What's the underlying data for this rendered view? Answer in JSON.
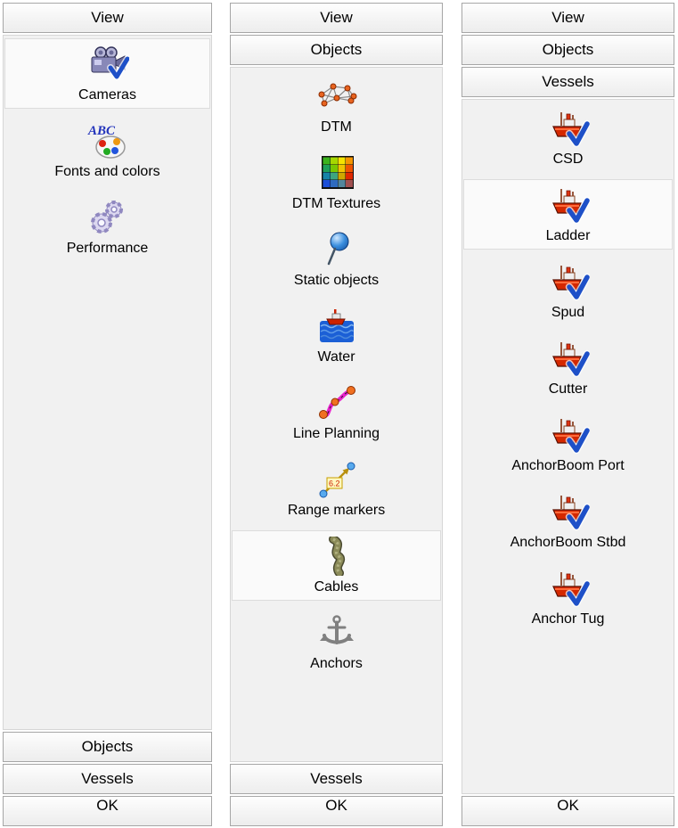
{
  "colors": {
    "page_bg": "#ffffff",
    "content_bg": "#f1f1f1",
    "button_border": "#a6a6a6",
    "content_border": "#d6d6d6",
    "selected_bg": "#fafafa",
    "selected_border": "#dcdcdc",
    "text": "#000000",
    "check_blue": "#1e50c8"
  },
  "panels": [
    {
      "name": "view-panel",
      "top_buttons": [
        {
          "label": "View",
          "expanded": true
        }
      ],
      "items": [
        {
          "label": "Cameras",
          "icon": "camera-icon",
          "selected": true
        },
        {
          "label": "Fonts and colors",
          "icon": "fonts-and-colors-icon",
          "selected": false,
          "icon_text": "ABC"
        },
        {
          "label": "Performance",
          "icon": "performance-icon",
          "selected": false
        }
      ],
      "bottom_buttons": [
        {
          "label": "Objects"
        },
        {
          "label": "Vessels"
        },
        {
          "label": "OK"
        }
      ]
    },
    {
      "name": "objects-panel",
      "top_buttons": [
        {
          "label": "View"
        },
        {
          "label": "Objects",
          "expanded": true
        }
      ],
      "items": [
        {
          "label": "DTM",
          "icon": "dtm-icon",
          "selected": false
        },
        {
          "label": "DTM Textures",
          "icon": "dtm-textures-icon",
          "selected": false
        },
        {
          "label": "Static objects",
          "icon": "static-objects-icon",
          "selected": false
        },
        {
          "label": "Water",
          "icon": "water-icon",
          "selected": false
        },
        {
          "label": "Line Planning",
          "icon": "line-planning-icon",
          "selected": false
        },
        {
          "label": "Range markers",
          "icon": "range-markers-icon",
          "selected": false,
          "icon_text": "6.2"
        },
        {
          "label": "Cables",
          "icon": "cables-icon",
          "selected": true
        },
        {
          "label": "Anchors",
          "icon": "anchors-icon",
          "selected": false
        }
      ],
      "bottom_buttons": [
        {
          "label": "Vessels"
        },
        {
          "label": "OK"
        }
      ]
    },
    {
      "name": "vessels-panel",
      "top_buttons": [
        {
          "label": "View"
        },
        {
          "label": "Objects"
        },
        {
          "label": "Vessels",
          "expanded": true
        }
      ],
      "items": [
        {
          "label": "CSD",
          "icon": "vessel-icon",
          "selected": false
        },
        {
          "label": "Ladder",
          "icon": "vessel-icon",
          "selected": true
        },
        {
          "label": "Spud",
          "icon": "vessel-icon",
          "selected": false
        },
        {
          "label": "Cutter",
          "icon": "vessel-icon",
          "selected": false
        },
        {
          "label": "AnchorBoom Port",
          "icon": "vessel-icon",
          "selected": false
        },
        {
          "label": "AnchorBoom Stbd",
          "icon": "vessel-icon",
          "selected": false
        },
        {
          "label": "Anchor Tug",
          "icon": "vessel-icon",
          "selected": false
        }
      ],
      "bottom_buttons": [
        {
          "label": "OK"
        }
      ]
    }
  ]
}
